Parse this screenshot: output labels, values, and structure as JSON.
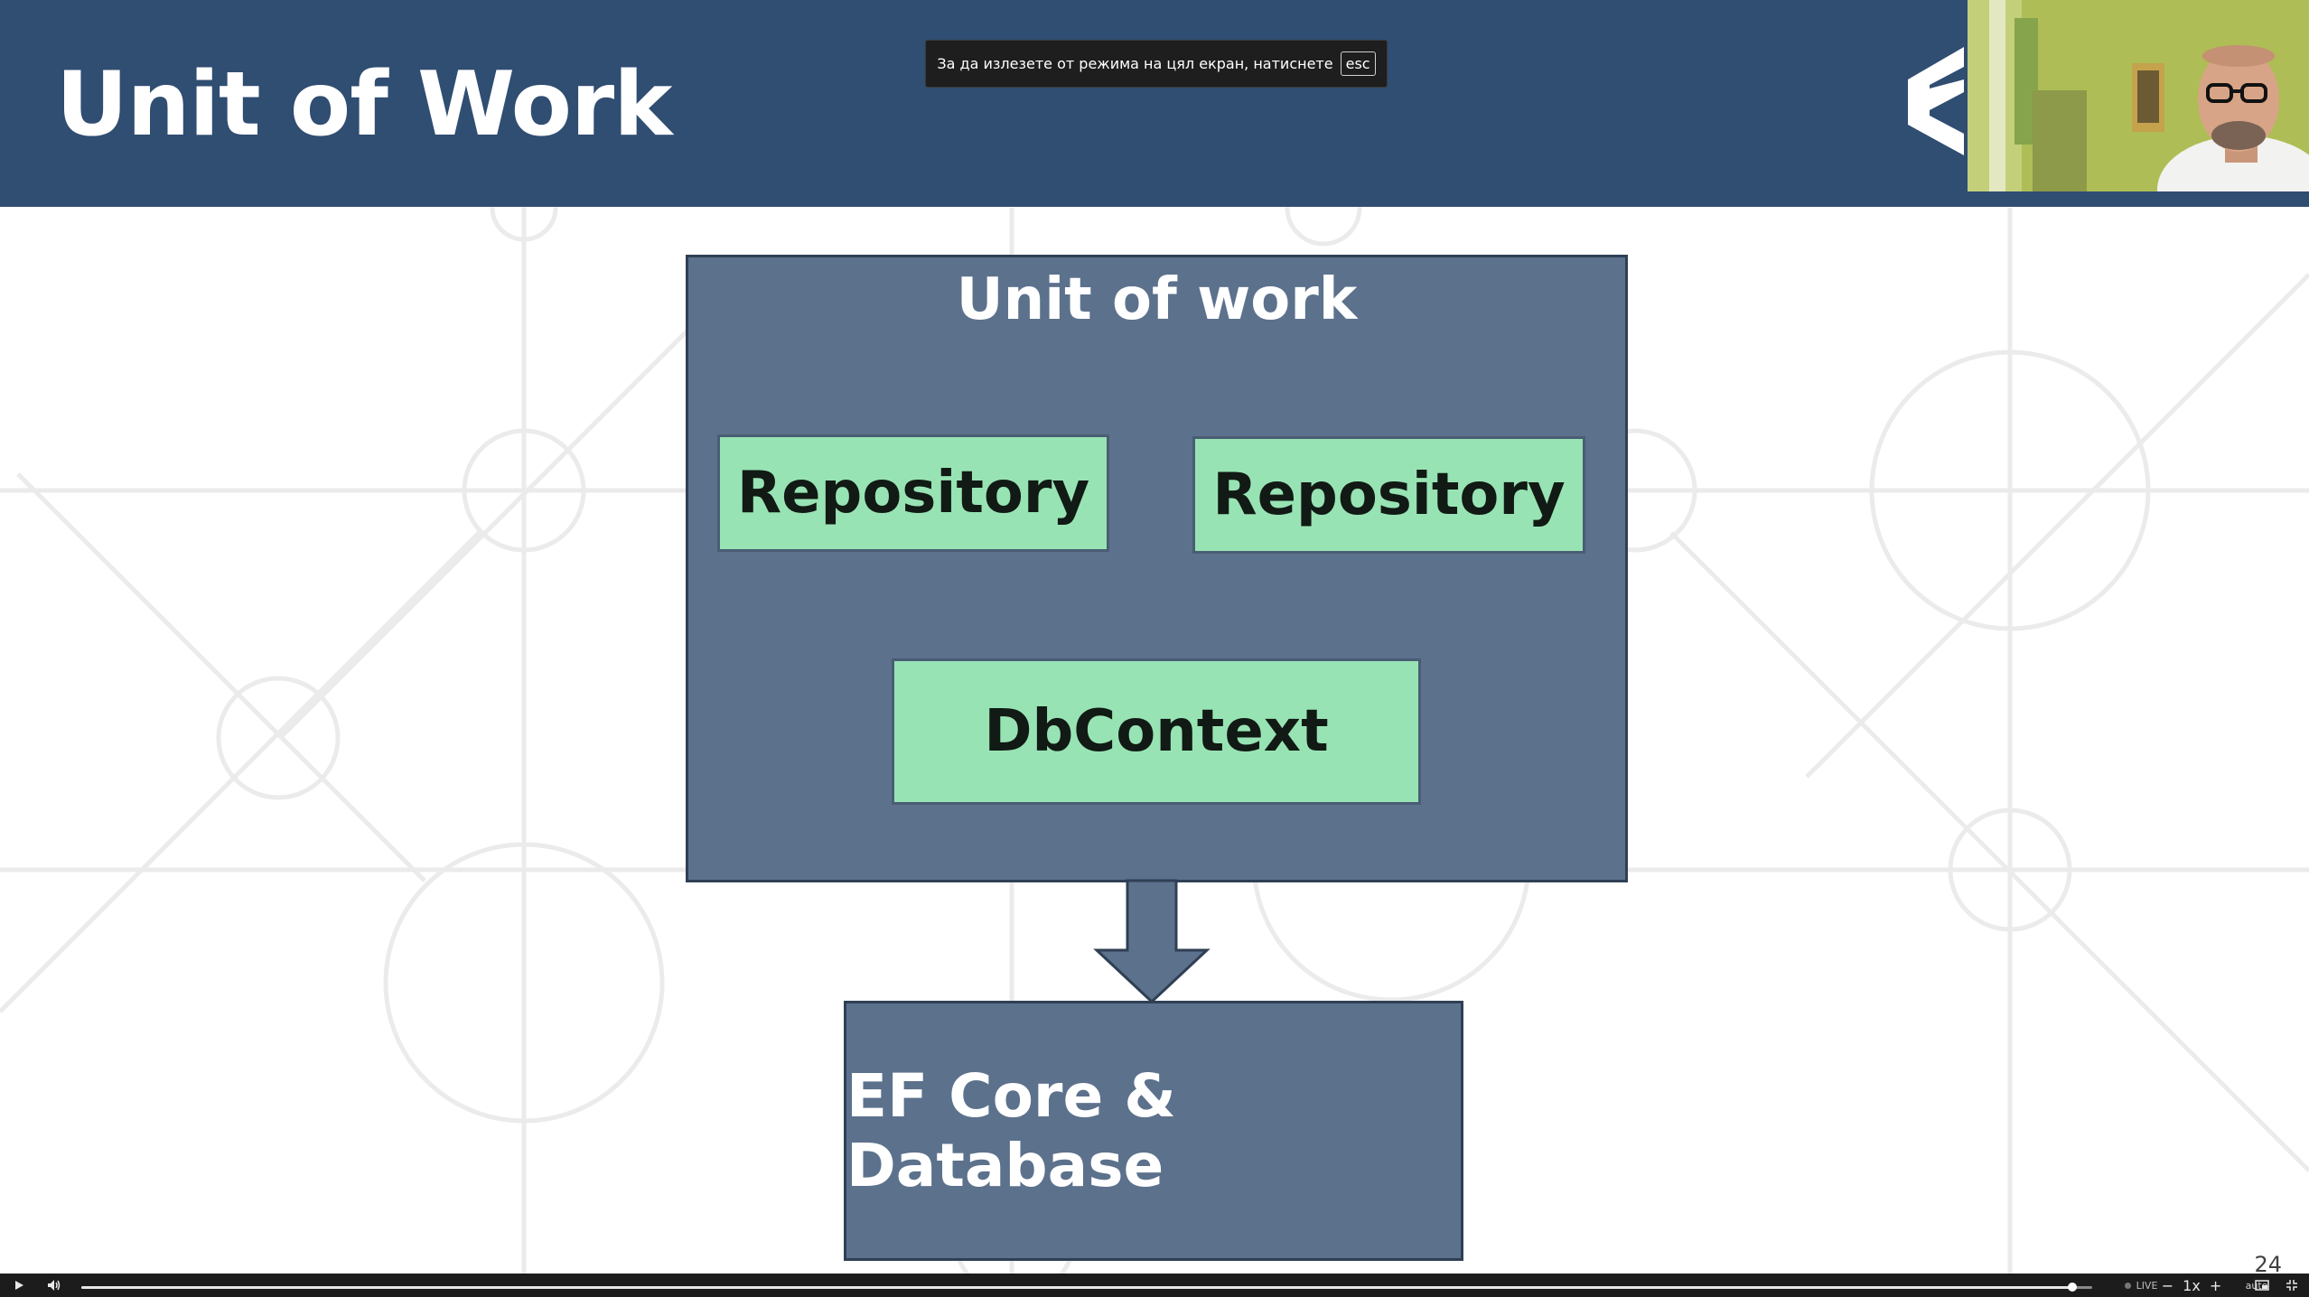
{
  "slide": {
    "title": "Unit of Work",
    "page_number": "24",
    "diagram": {
      "container_label": "Unit of work",
      "repository_1": "Repository",
      "repository_2": "Repository",
      "dbcontext": "DbContext",
      "target": "EF Core & Database"
    }
  },
  "fullscreen_notice": {
    "text": "За да излезете от режима на цял екран, натиснете",
    "key": "esc"
  },
  "player": {
    "progress": 0.99,
    "live_label": "LIVE",
    "speed": "1x",
    "quality": "auto"
  },
  "icons": {
    "logo": "softuni-logo-icon",
    "play": "play-icon",
    "volume": "volume-icon",
    "pip": "picture-in-picture-icon",
    "fullscreen": "exit-fullscreen-icon"
  },
  "colors": {
    "header": "#304d72",
    "diagram_box": "#5c718c",
    "green_box": "#98e3b4",
    "player_bar": "#1c1c1c"
  }
}
